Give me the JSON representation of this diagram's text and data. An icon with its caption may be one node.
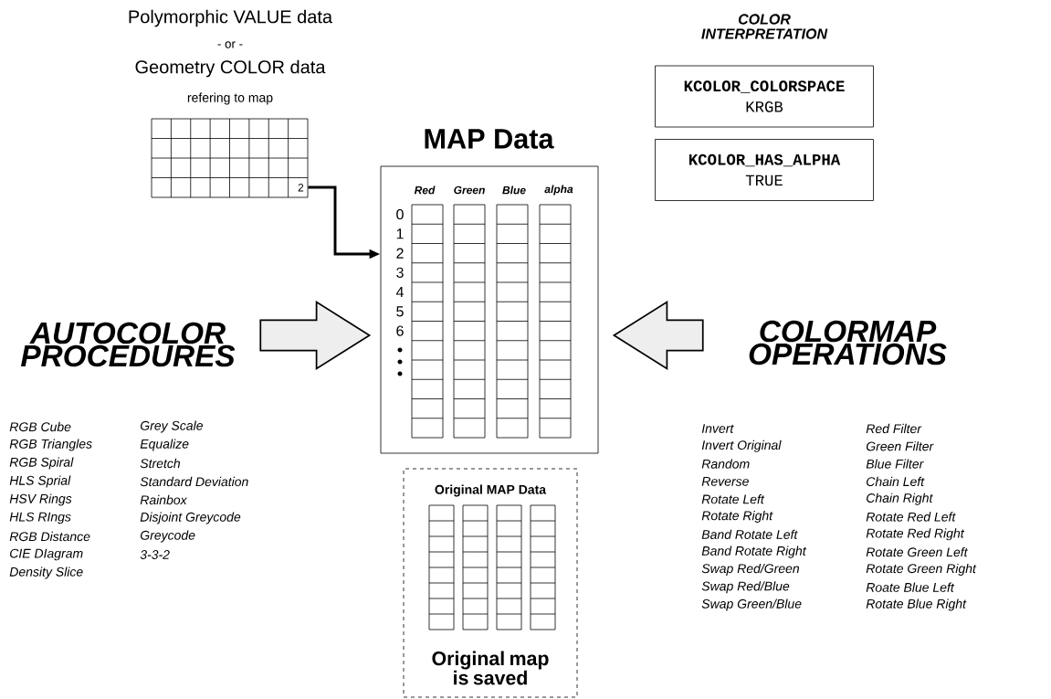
{
  "diagram": {
    "nodes": [
      {
        "text": [
          "Polymorphic VALUE data",
          "- or -",
          "Geometry COLOR data",
          "refering to map",
          "2"
        ]
      },
      {
        "text": [
          "MAP Data",
          "Red",
          "Green",
          "Blue",
          "alpha",
          "0",
          "1",
          "2",
          "3",
          "4",
          "5",
          "6"
        ]
      },
      {
        "text": [
          "KCOLOR_COLORSPACE",
          "KRGB"
        ]
      },
      {
        "text": [
          "KCOLOR_HAS_ALPHA",
          "TRUE"
        ]
      },
      {
        "text": [
          "Original MAP Data",
          "Original map is saved"
        ]
      },
      {
        "text": [
          "AUTOCOLOR PROCEDURES"
        ]
      },
      {
        "text": [
          "COLORMAP OPERATIONS"
        ]
      }
    ],
    "edges": [
      {
        "from": 0,
        "to": 1,
        "arrow": "to"
      },
      {
        "from": 5,
        "to": 1,
        "arrow": "to"
      },
      {
        "from": 6,
        "to": 1,
        "arrow": "to"
      }
    ],
    "labels": [
      "COLOR INTERPRETATION",
      "RGB Cube",
      "Grey Scale",
      "RGB Triangles",
      "Equalize",
      "RGB Spiral",
      "Stretch",
      "HLS Sprial",
      "Standard Deviation",
      "HSV Rings",
      "Rainbox",
      "HLS RIngs",
      "Disjoint Greycode",
      "RGB Distance",
      "Greycode",
      "CIE DIagram",
      "3-3-2",
      "Density Slice",
      "Invert",
      "Red Filter",
      "Invert Original",
      "Green Filter",
      "Random",
      "Blue Filter",
      "Reverse",
      "Chain Left",
      "Rotate Left",
      "Chain Right",
      "Rotate Right",
      "Rotate Red Left",
      "Band Rotate Left",
      "Rotate Red Right",
      "Band Rotate Right",
      "Rotate Green Left",
      "Swap Red/Green",
      "Rotate Green Right",
      "Swap Red/Blue",
      "Roate Blue Left",
      "Swap Green/Blue",
      "Rotate Blue Right"
    ]
  }
}
